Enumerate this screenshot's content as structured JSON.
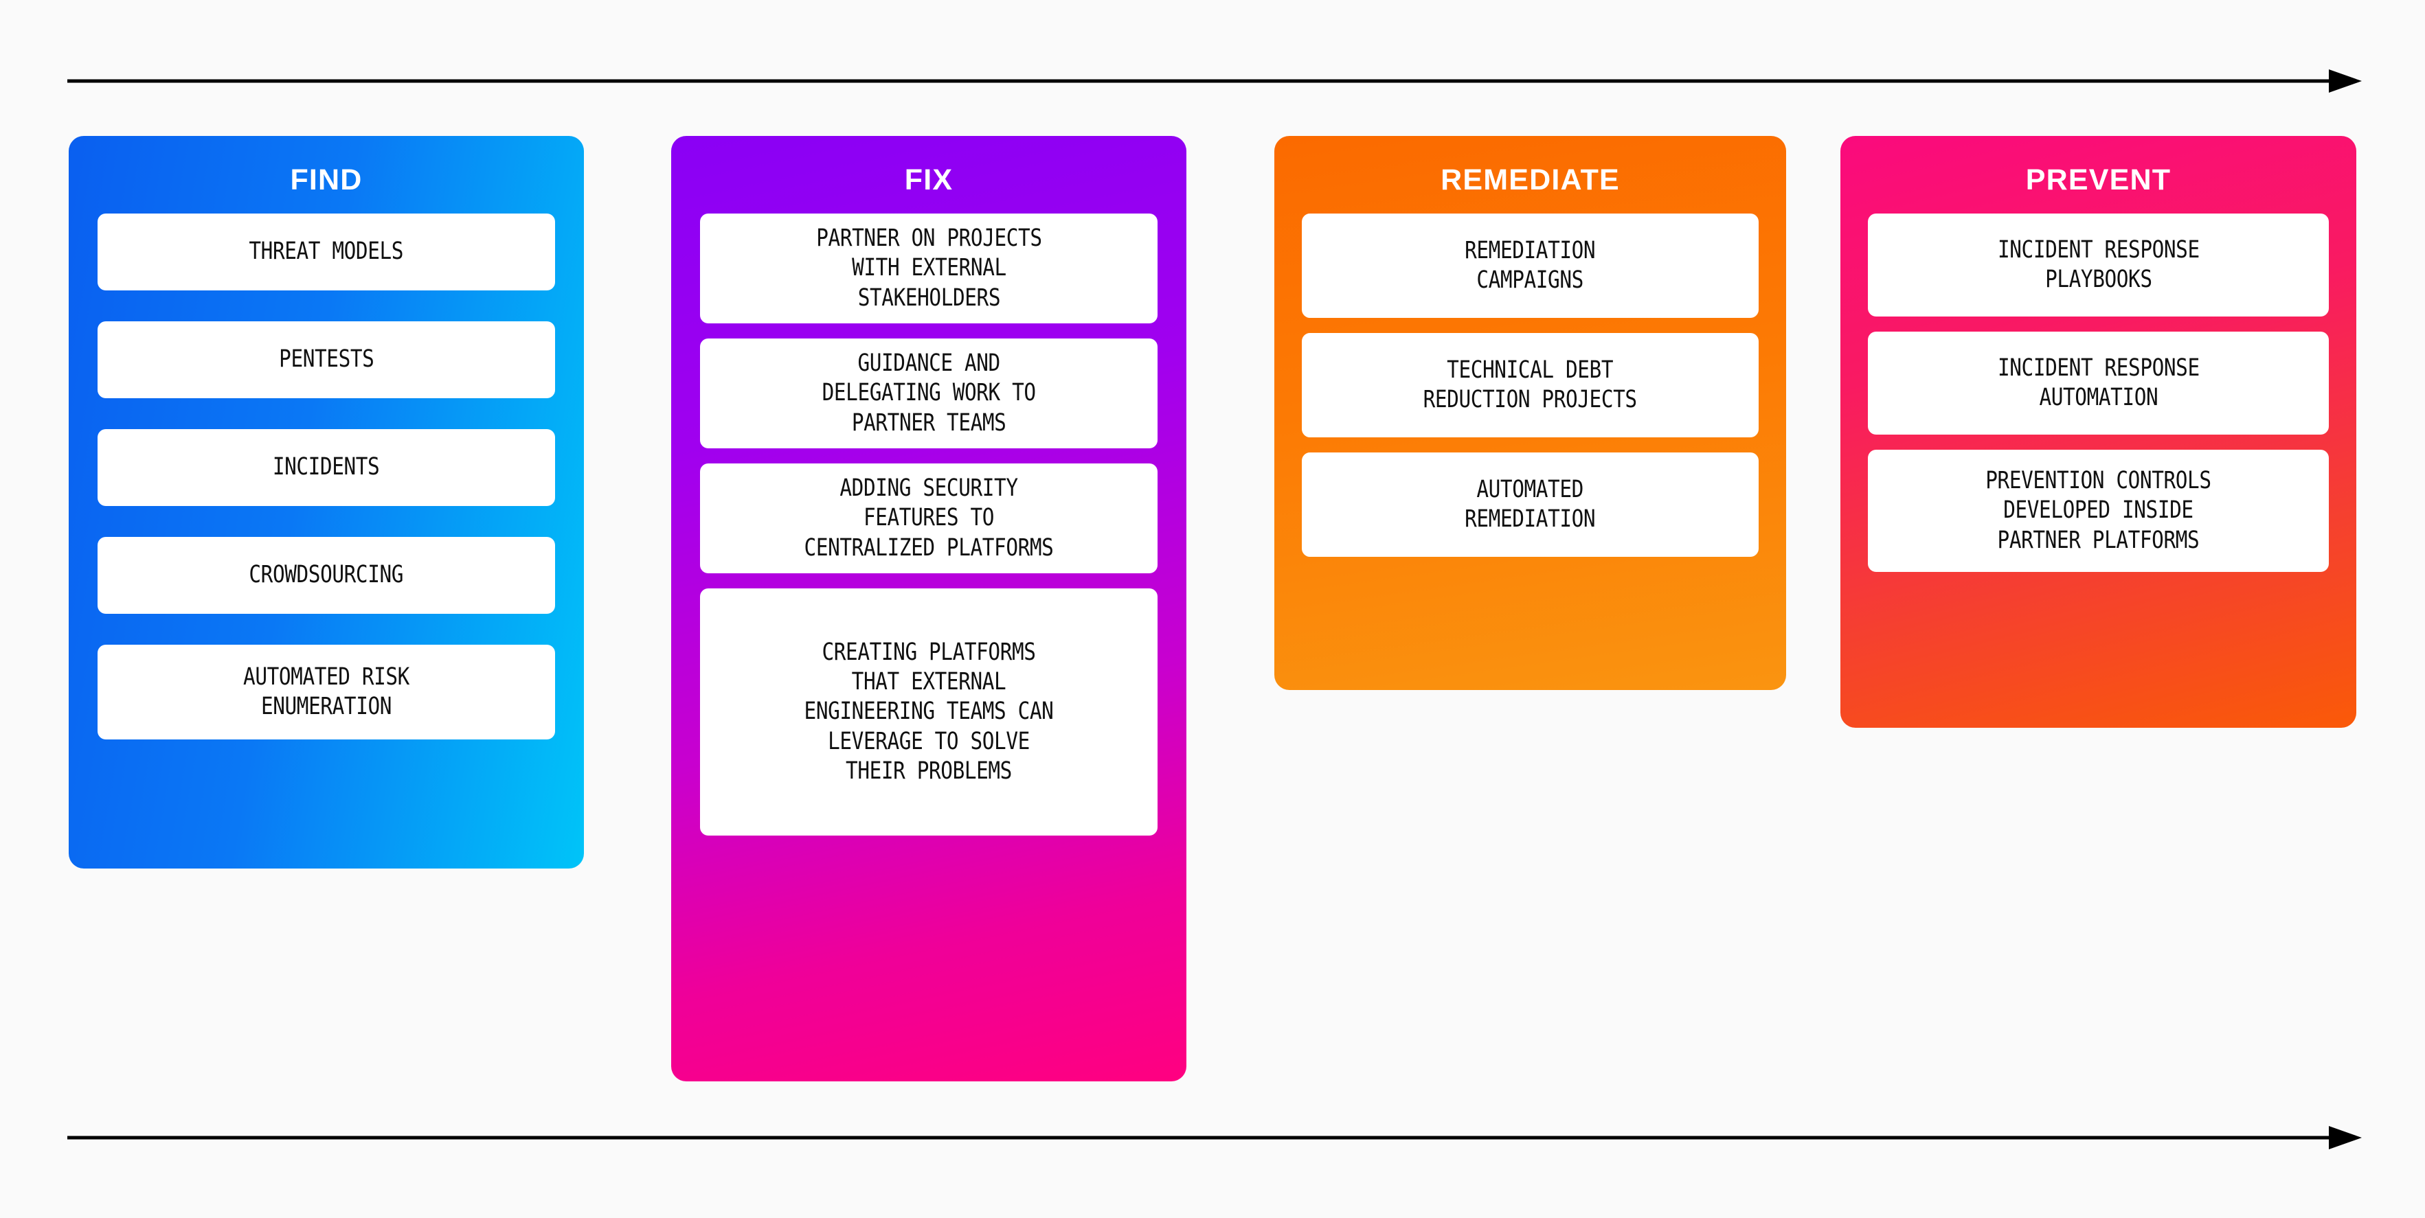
{
  "background_color": "#fafafa",
  "arrows": {
    "top": {
      "name": "timeline-arrow-top",
      "direction": "right",
      "color": "#000000"
    },
    "bottom": {
      "name": "timeline-arrow-bottom",
      "direction": "right",
      "color": "#000000"
    }
  },
  "columns": [
    {
      "id": "find",
      "header": "FIND",
      "gradient_from": "#0a5ff0",
      "gradient_to": "#00c4f8",
      "cards": [
        {
          "text": "THREAT MODELS"
        },
        {
          "text": "PENTESTS"
        },
        {
          "text": "INCIDENTS"
        },
        {
          "text": "CROWDSOURCING"
        },
        {
          "text": "AUTOMATED RISK\nENUMERATION"
        }
      ]
    },
    {
      "id": "fix",
      "header": "FIX",
      "gradient_from": "#8a00f5",
      "gradient_to": "#ff0080",
      "cards": [
        {
          "text": "PARTNER ON PROJECTS\nWITH EXTERNAL\nSTAKEHOLDERS"
        },
        {
          "text": "GUIDANCE AND\nDELEGATING WORK TO\nPARTNER TEAMS"
        },
        {
          "text": "ADDING SECURITY\nFEATURES TO\nCENTRALIZED PLATFORMS"
        },
        {
          "text": "CREATING PLATFORMS\nTHAT EXTERNAL\nENGINEERING TEAMS CAN\nLEVERAGE TO SOLVE\nTHEIR PROBLEMS"
        }
      ]
    },
    {
      "id": "remediate",
      "header": "REMEDIATE",
      "gradient_from": "#fb6a00",
      "gradient_to": "#fa9410",
      "cards": [
        {
          "text": "REMEDIATION\nCAMPAIGNS"
        },
        {
          "text": "TECHNICAL DEBT\nREDUCTION PROJECTS"
        },
        {
          "text": "AUTOMATED\nREMEDIATION"
        }
      ]
    },
    {
      "id": "prevent",
      "header": "PREVENT",
      "gradient_from": "#fa0a7d",
      "gradient_to": "#fa5a08",
      "cards": [
        {
          "text": "INCIDENT RESPONSE\nPLAYBOOKS"
        },
        {
          "text": "INCIDENT RESPONSE\nAUTOMATION"
        },
        {
          "text": "PREVENTION CONTROLS\nDEVELOPED INSIDE\nPARTNER PLATFORMS"
        }
      ]
    }
  ]
}
